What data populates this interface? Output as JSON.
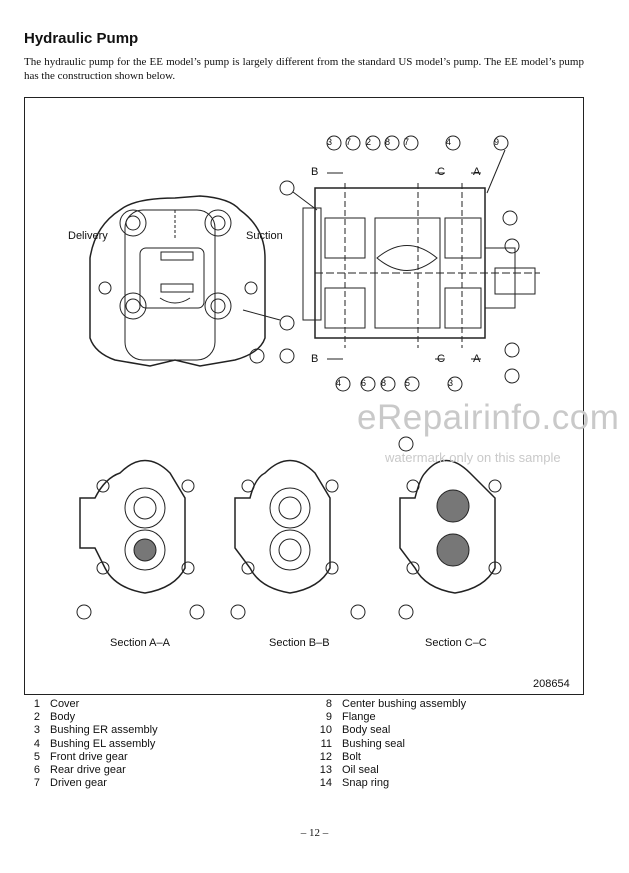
{
  "heading": "Hydraulic Pump",
  "intro": "The hydraulic pump for the EE model’s pump is largely different from the standard US model’s pump. The EE model’s pump has the construction shown below.",
  "figure": {
    "delivery_label": "Delivery",
    "suction_label": "Suction",
    "section_aa": "Section A–A",
    "section_bb": "Section B–B",
    "section_cc": "Section C–C",
    "figure_number": "208654",
    "cut_b": "B",
    "cut_c": "C",
    "cut_a": "A",
    "callouts_top": [
      "3",
      "7",
      "2",
      "8",
      "7",
      "4",
      "9"
    ],
    "callouts_bottom": [
      "4",
      "6",
      "8",
      "5",
      "3"
    ]
  },
  "watermark": {
    "brand": "eRepairinfo.com",
    "note": "watermark only on this sample"
  },
  "parts_left": [
    {
      "num": "1",
      "name": "Cover"
    },
    {
      "num": "2",
      "name": "Body"
    },
    {
      "num": "3",
      "name": "Bushing ER assembly"
    },
    {
      "num": "4",
      "name": "Bushing EL assembly"
    },
    {
      "num": "5",
      "name": "Front drive gear"
    },
    {
      "num": "6",
      "name": "Rear drive gear"
    },
    {
      "num": "7",
      "name": "Driven gear"
    }
  ],
  "parts_right": [
    {
      "num": "8",
      "name": "Center bushing assembly"
    },
    {
      "num": "9",
      "name": "Flange"
    },
    {
      "num": "10",
      "name": "Body seal"
    },
    {
      "num": "11",
      "name": "Bushing seal"
    },
    {
      "num": "12",
      "name": "Bolt"
    },
    {
      "num": "13",
      "name": "Oil seal"
    },
    {
      "num": "14",
      "name": "Snap ring"
    }
  ],
  "page_number": "– 12 –"
}
